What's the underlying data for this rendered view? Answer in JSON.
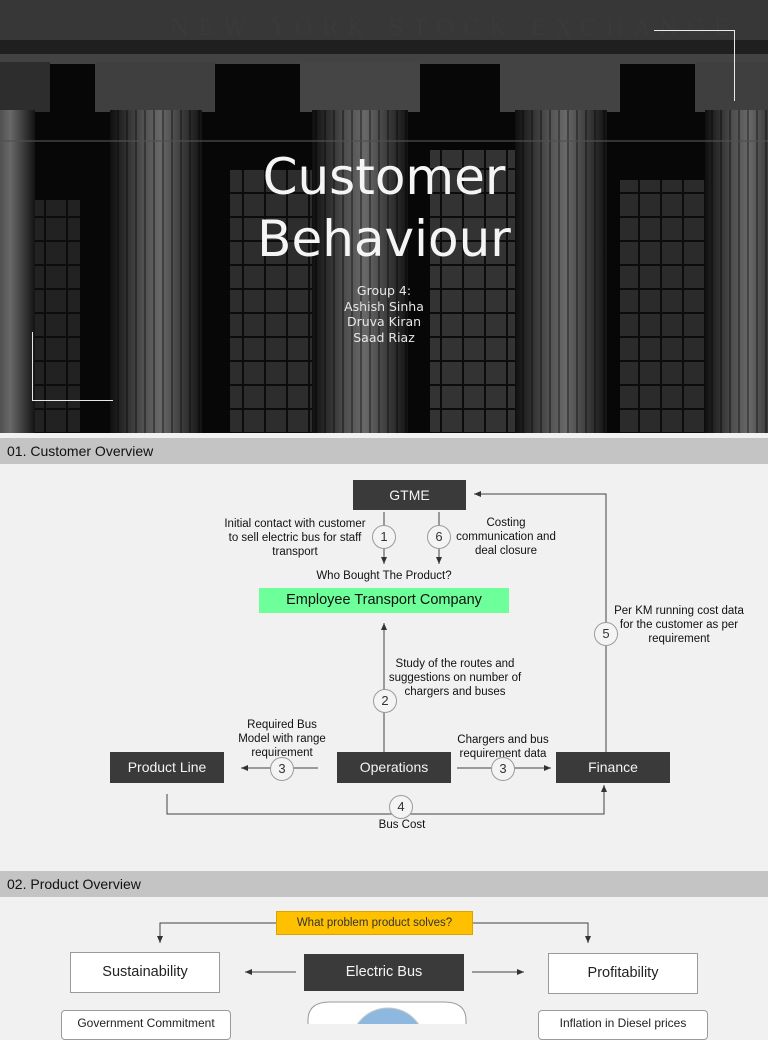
{
  "hero": {
    "title_line1": "Customer",
    "title_line2": "Behaviour",
    "group": "Group 4:",
    "members": [
      "Ashish Sinha",
      "Druva Kiran",
      "Saad Riaz"
    ],
    "building_text": "NEW YORK STOCK EXCHANGE"
  },
  "section1": {
    "heading": "01. Customer Overview",
    "gtme": "GTME",
    "who_bought": "Who Bought The Product?",
    "customer": "Employee Transport Company",
    "operations": "Operations",
    "product_line": "Product Line",
    "finance": "Finance",
    "steps": {
      "s1_label": "Initial contact with customer to sell electric bus for staff transport",
      "s1_num": "1",
      "s6_label": "Costing communication and deal closure",
      "s6_num": "6",
      "s2_label": "Study of the routes and suggestions on number of chargers and buses",
      "s2_num": "2",
      "s3a_label": "Required Bus Model with range requirement",
      "s3a_num": "3",
      "s3b_label": "Chargers and bus requirement data",
      "s3b_num": "3",
      "s4_label": "Bus Cost",
      "s4_num": "4",
      "s5_label": "Per KM running cost data for the customer as per requirement",
      "s5_num": "5"
    }
  },
  "section2": {
    "heading": "02. Product Overview",
    "question": "What problem product solves?",
    "product": "Electric Bus",
    "left": "Sustainability",
    "right": "Profitability",
    "left_sub": "Government Commitment",
    "right_sub": "Inflation in Diesel prices"
  },
  "colors": {
    "dark_box": "#3a3a3a",
    "green_box": "#6cff9a",
    "yellow_box": "#ffc000",
    "section_bar": "#c4c4c4"
  }
}
